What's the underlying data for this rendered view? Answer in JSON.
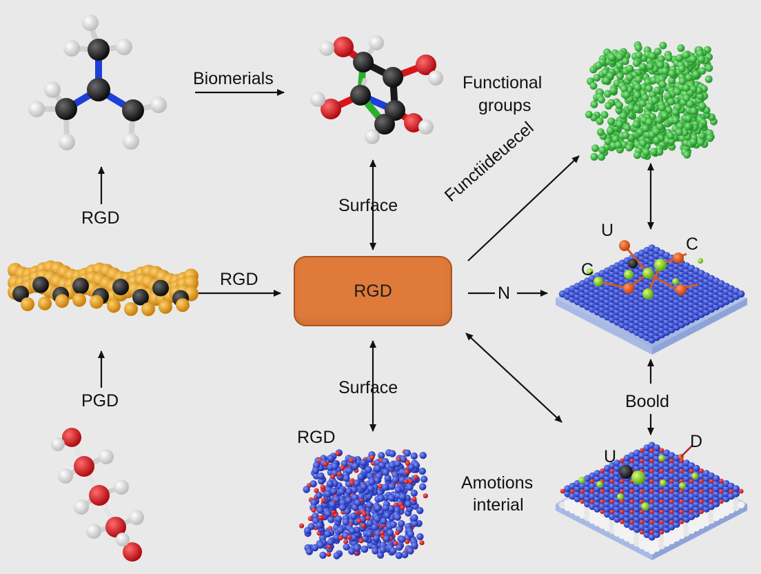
{
  "labels": {
    "biomerials": "Biomerials",
    "functional_groups_line1": "Functional",
    "functional_groups_line2": "groups",
    "rgd_left_top": "RGD",
    "surface_top": "Surface",
    "functiideuecel": "Functiideuecel",
    "rgd_mid_arrow": "RGD",
    "center_box": "RGD",
    "n_arrow": "N",
    "pgd_left": "PGD",
    "surface_bottom": "Surface",
    "rgd_bottom": "RGD",
    "boold": "Boold",
    "amotions_line1": "Amotions",
    "amotions_line2": "interial",
    "surface_upper_u": "U",
    "surface_upper_c_right": "C",
    "surface_upper_c_left": "C",
    "surface_lower_u": "U",
    "surface_lower_d": "D"
  },
  "colors": {
    "background": "#e9e9e9",
    "center_box": "#e07a3b",
    "carbon": "#1a1a1a",
    "hydrogen": "#f2f2f2",
    "nitrogen_bond": "#1d3fd6",
    "oxygen": "#d9141b",
    "gold": "#e69b1c",
    "green": "#3cb93c",
    "blue_atom": "#2f47d4",
    "lime": "#8fdc1e",
    "substrate": "#b8c8ea"
  }
}
